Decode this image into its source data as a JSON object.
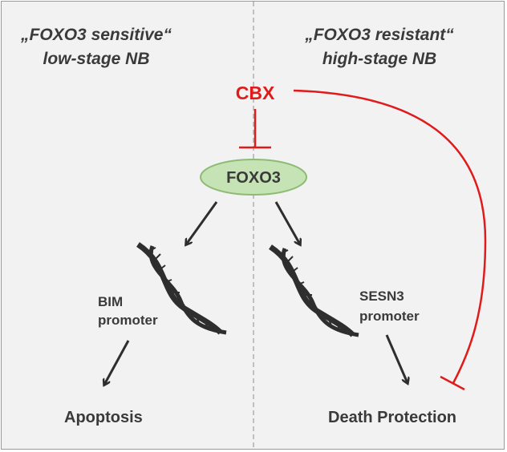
{
  "left_panel": {
    "heading_line1": "„FOXO3 sensitive“",
    "heading_line2": "low-stage NB",
    "gene_label_line1": "BIM",
    "gene_label_line2": "promoter",
    "outcome": "Apoptosis"
  },
  "right_panel": {
    "heading_line1": "„FOXO3 resistant“",
    "heading_line2": "high-stage NB",
    "gene_label_line1": "SESN3",
    "gene_label_line2": "promoter",
    "outcome": "Death Protection"
  },
  "center": {
    "inhibitor": "CBX",
    "transcription_factor": "FOXO3"
  },
  "colors": {
    "background": "#f2f2f2",
    "border": "#9a9a9a",
    "text": "#3a3a3a",
    "inhibition": "#e01b1b",
    "foxo_fill": "#c6e3b5",
    "foxo_stroke": "#8dbb74",
    "divider": "#b0b0b0"
  }
}
